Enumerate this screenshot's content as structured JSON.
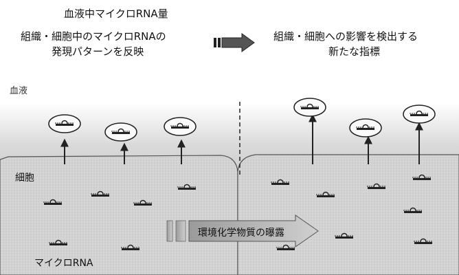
{
  "header": {
    "title": "血液中マイクロRNA量",
    "left_line1": "組織・細胞中のマイクロRNAの",
    "left_line2": "発現パターンを反映",
    "right_line1": "組織・細胞への影響を検出する",
    "right_line2": "新たな指標"
  },
  "diagram": {
    "blood_label": "血液",
    "cell_label": "細胞",
    "mirna_label": "マイクロRNA",
    "exposure_label": "環境化学物質の曝露"
  },
  "colors": {
    "blood_gradient_top": "#ffffff",
    "blood_gradient_bottom": "#a9a9a9",
    "cell_fill": "#d6d6d6",
    "exposure_arrow": "#c9c9c9",
    "line": "#222222"
  }
}
